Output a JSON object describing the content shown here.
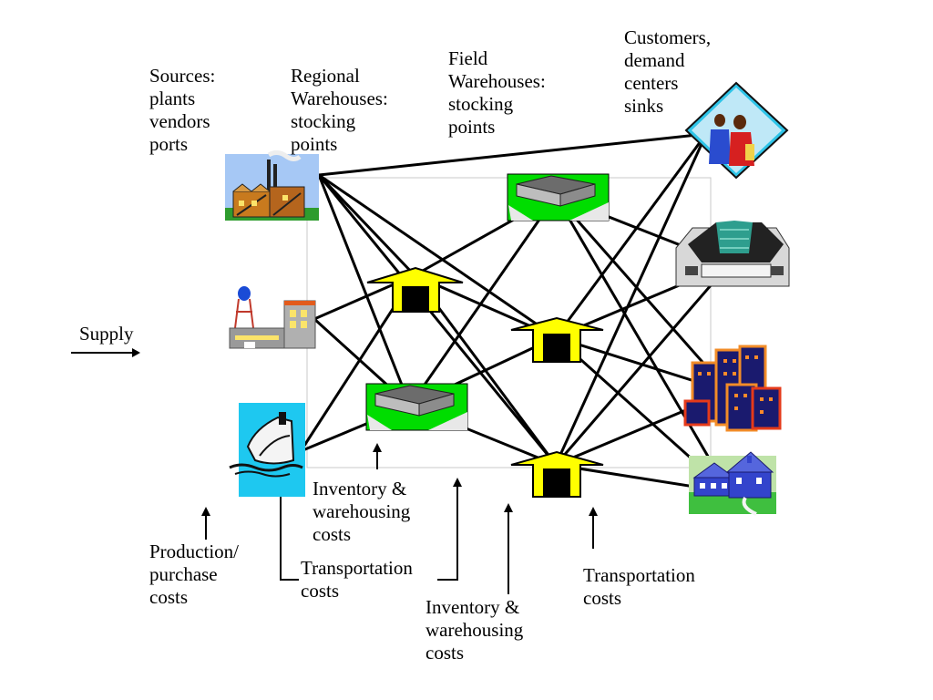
{
  "headers": {
    "sources": "Sources:\nplants\nvendors\nports",
    "regional": "Regional\nWarehouses:\nstocking\npoints",
    "field": "Field\nWarehouses:\nstocking\npoints",
    "customers": "Customers,\ndemand\ncenters\nsinks"
  },
  "supply_label": "Supply",
  "costs": {
    "production": "Production/\npurchase\ncosts",
    "inventory_regional": "Inventory &\nwarehousing\ncosts",
    "transport_1": "Transportation\ncosts",
    "inventory_field": "Inventory &\nwarehousing\ncosts",
    "transport_2": "Transportation\ncosts"
  },
  "colors": {
    "line": "#000000",
    "warehouse_arrow": "#ffff00",
    "warehouse_door": "#000000",
    "green_lot": "#00dd00",
    "sky": "#a6c8f5",
    "factory_brown": "#c87a1e",
    "ship_bg": "#1ec8f0",
    "building_orange": "#f28c28",
    "house_blue": "#3344cc"
  },
  "nodes": {
    "sources": [
      "factory-icon",
      "water-tower-factory-icon",
      "ship-icon"
    ],
    "regional": [
      "arrow-warehouse-icon",
      "warehouse-lot-icon"
    ],
    "field": [
      "warehouse-lot-icon",
      "arrow-warehouse-icon",
      "arrow-warehouse-icon"
    ],
    "customers": [
      "family-icon",
      "mall-icon",
      "city-buildings-icon",
      "house-icon"
    ]
  }
}
